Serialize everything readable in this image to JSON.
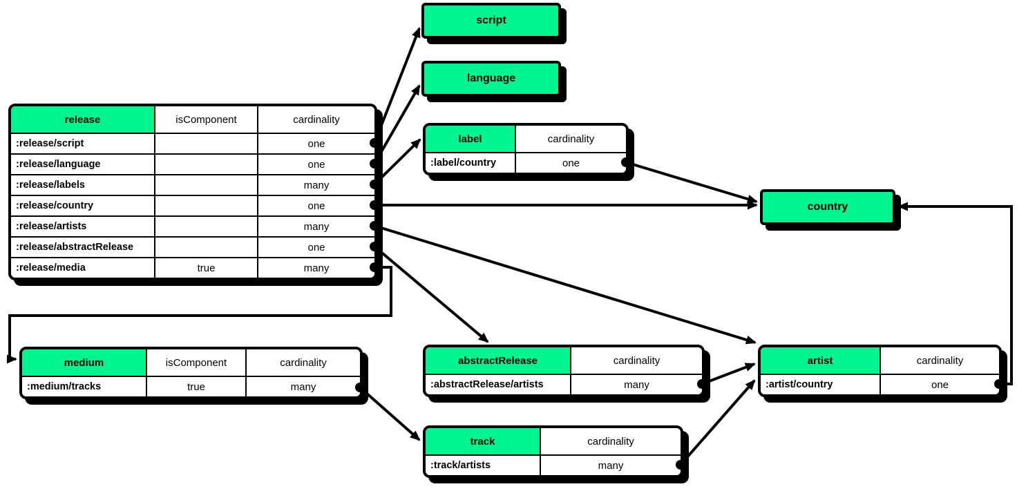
{
  "diagram": {
    "colors": {
      "entity_fill": "#00F48F",
      "line": "#000000",
      "background": "#FFFFFF"
    },
    "nodes": {
      "script": {
        "title": "script"
      },
      "language": {
        "title": "language"
      },
      "country": {
        "title": "country"
      },
      "release": {
        "title": "release",
        "columns": {
          "c1": "isComponent",
          "c2": "cardinality"
        },
        "rows": [
          {
            "attr": ":release/script",
            "isComponent": "",
            "cardinality": "one"
          },
          {
            "attr": ":release/language",
            "isComponent": "",
            "cardinality": "one"
          },
          {
            "attr": ":release/labels",
            "isComponent": "",
            "cardinality": "many"
          },
          {
            "attr": ":release/country",
            "isComponent": "",
            "cardinality": "one"
          },
          {
            "attr": ":release/artists",
            "isComponent": "",
            "cardinality": "many"
          },
          {
            "attr": ":release/abstractRelease",
            "isComponent": "",
            "cardinality": "one"
          },
          {
            "attr": ":release/media",
            "isComponent": "true",
            "cardinality": "many"
          }
        ]
      },
      "label": {
        "title": "label",
        "columns": {
          "c2": "cardinality"
        },
        "rows": [
          {
            "attr": ":label/country",
            "cardinality": "one"
          }
        ]
      },
      "medium": {
        "title": "medium",
        "columns": {
          "c1": "isComponent",
          "c2": "cardinality"
        },
        "rows": [
          {
            "attr": ":medium/tracks",
            "isComponent": "true",
            "cardinality": "many"
          }
        ]
      },
      "abstractRelease": {
        "title": "abstractRelease",
        "columns": {
          "c2": "cardinality"
        },
        "rows": [
          {
            "attr": ":abstractRelease/artists",
            "cardinality": "many"
          }
        ]
      },
      "artist": {
        "title": "artist",
        "columns": {
          "c2": "cardinality"
        },
        "rows": [
          {
            "attr": ":artist/country",
            "cardinality": "one"
          }
        ]
      },
      "track": {
        "title": "track",
        "columns": {
          "c2": "cardinality"
        },
        "rows": [
          {
            "attr": ":track/artists",
            "cardinality": "many"
          }
        ]
      }
    },
    "relationships": [
      {
        "from": ":release/script",
        "to": "script"
      },
      {
        "from": ":release/language",
        "to": "language"
      },
      {
        "from": ":release/labels",
        "to": "label"
      },
      {
        "from": ":release/country",
        "to": "country"
      },
      {
        "from": ":release/artists",
        "to": "artist"
      },
      {
        "from": ":release/abstractRelease",
        "to": "abstractRelease"
      },
      {
        "from": ":release/media",
        "to": "medium"
      },
      {
        "from": ":label/country",
        "to": "country"
      },
      {
        "from": ":medium/tracks",
        "to": "track"
      },
      {
        "from": ":abstractRelease/artists",
        "to": "artist"
      },
      {
        "from": ":track/artists",
        "to": "artist"
      },
      {
        "from": ":artist/country",
        "to": "country"
      }
    ]
  }
}
